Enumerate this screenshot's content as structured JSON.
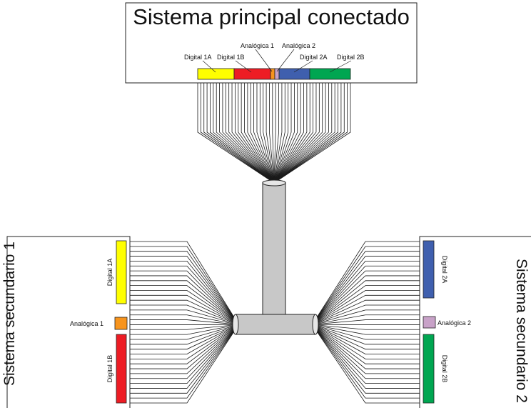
{
  "main_system": {
    "title": "Sistema principal conectado",
    "connectors": {
      "digital_1a": {
        "label": "Digital 1A",
        "color": "#ffff00"
      },
      "digital_1b": {
        "label": "Digital 1B",
        "color": "#ed1c24"
      },
      "analog_1": {
        "label": "Analógica 1",
        "color": "#f7941d"
      },
      "analog_2": {
        "label": "Analógica 2",
        "color": "#c8a2c8"
      },
      "digital_2a": {
        "label": "Digital 2A",
        "color": "#3f5fae"
      },
      "digital_2b": {
        "label": "Digital 2B",
        "color": "#00a651"
      }
    }
  },
  "secondary_1": {
    "title": "Sistema secundario 1",
    "labels": {
      "digital_1a": "Digital 1A",
      "analog_1": "Analógica 1",
      "digital_1b": "Digital 1B"
    }
  },
  "secondary_2": {
    "title": "Sistema secundario 2",
    "labels": {
      "digital_2a": "Digital 2A",
      "analog_2": "Analógica 2",
      "digital_2b": "Digital 2B"
    }
  },
  "cable_color": "#c8c8c8"
}
